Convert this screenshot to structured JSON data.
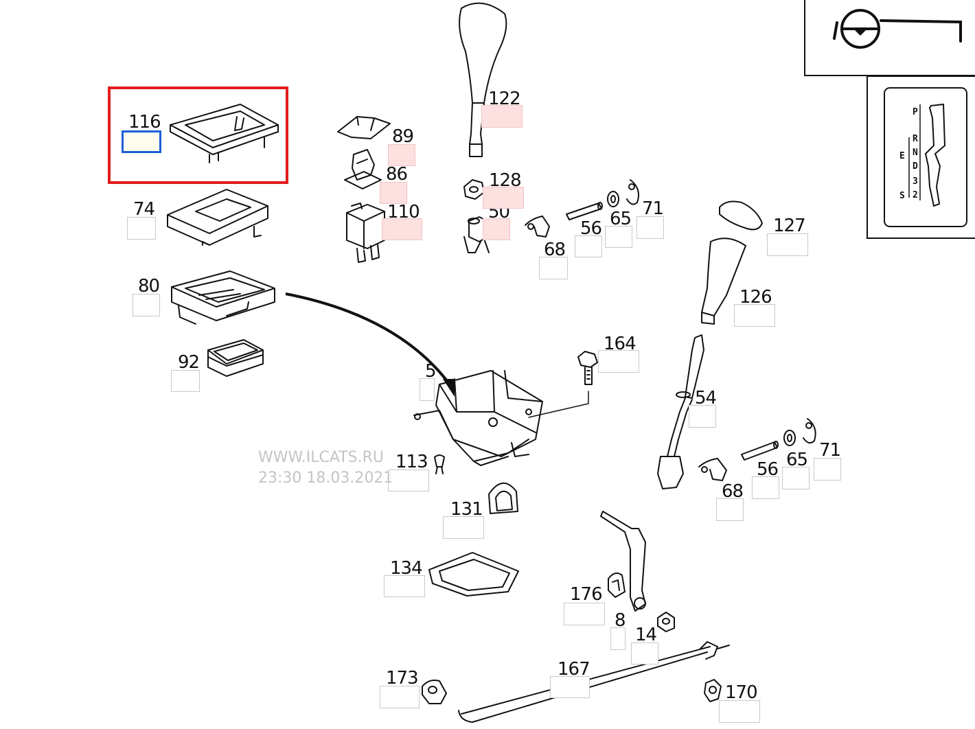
{
  "watermark": {
    "site": "WWW.ILCATS.RU",
    "timestamp": "23:30 18.03.2021"
  },
  "callouts": [
    "116",
    "74",
    "80",
    "92",
    "89",
    "86",
    "110",
    "122",
    "128",
    "50",
    "56",
    "65",
    "71",
    "68",
    "127",
    "126",
    "164",
    "5",
    "54",
    "113",
    "131",
    "134",
    "176",
    "8",
    "14",
    "173",
    "167",
    "170",
    "56",
    "65",
    "71",
    "68"
  ],
  "gear_pattern": [
    "P",
    "R",
    "N",
    "D",
    "3",
    "2",
    "E",
    "S"
  ],
  "colors": {
    "selection_frame": "#e31b1b",
    "selected_hotspot": "#1a5fd6",
    "highlight_hotspot": "#fde0e0"
  }
}
